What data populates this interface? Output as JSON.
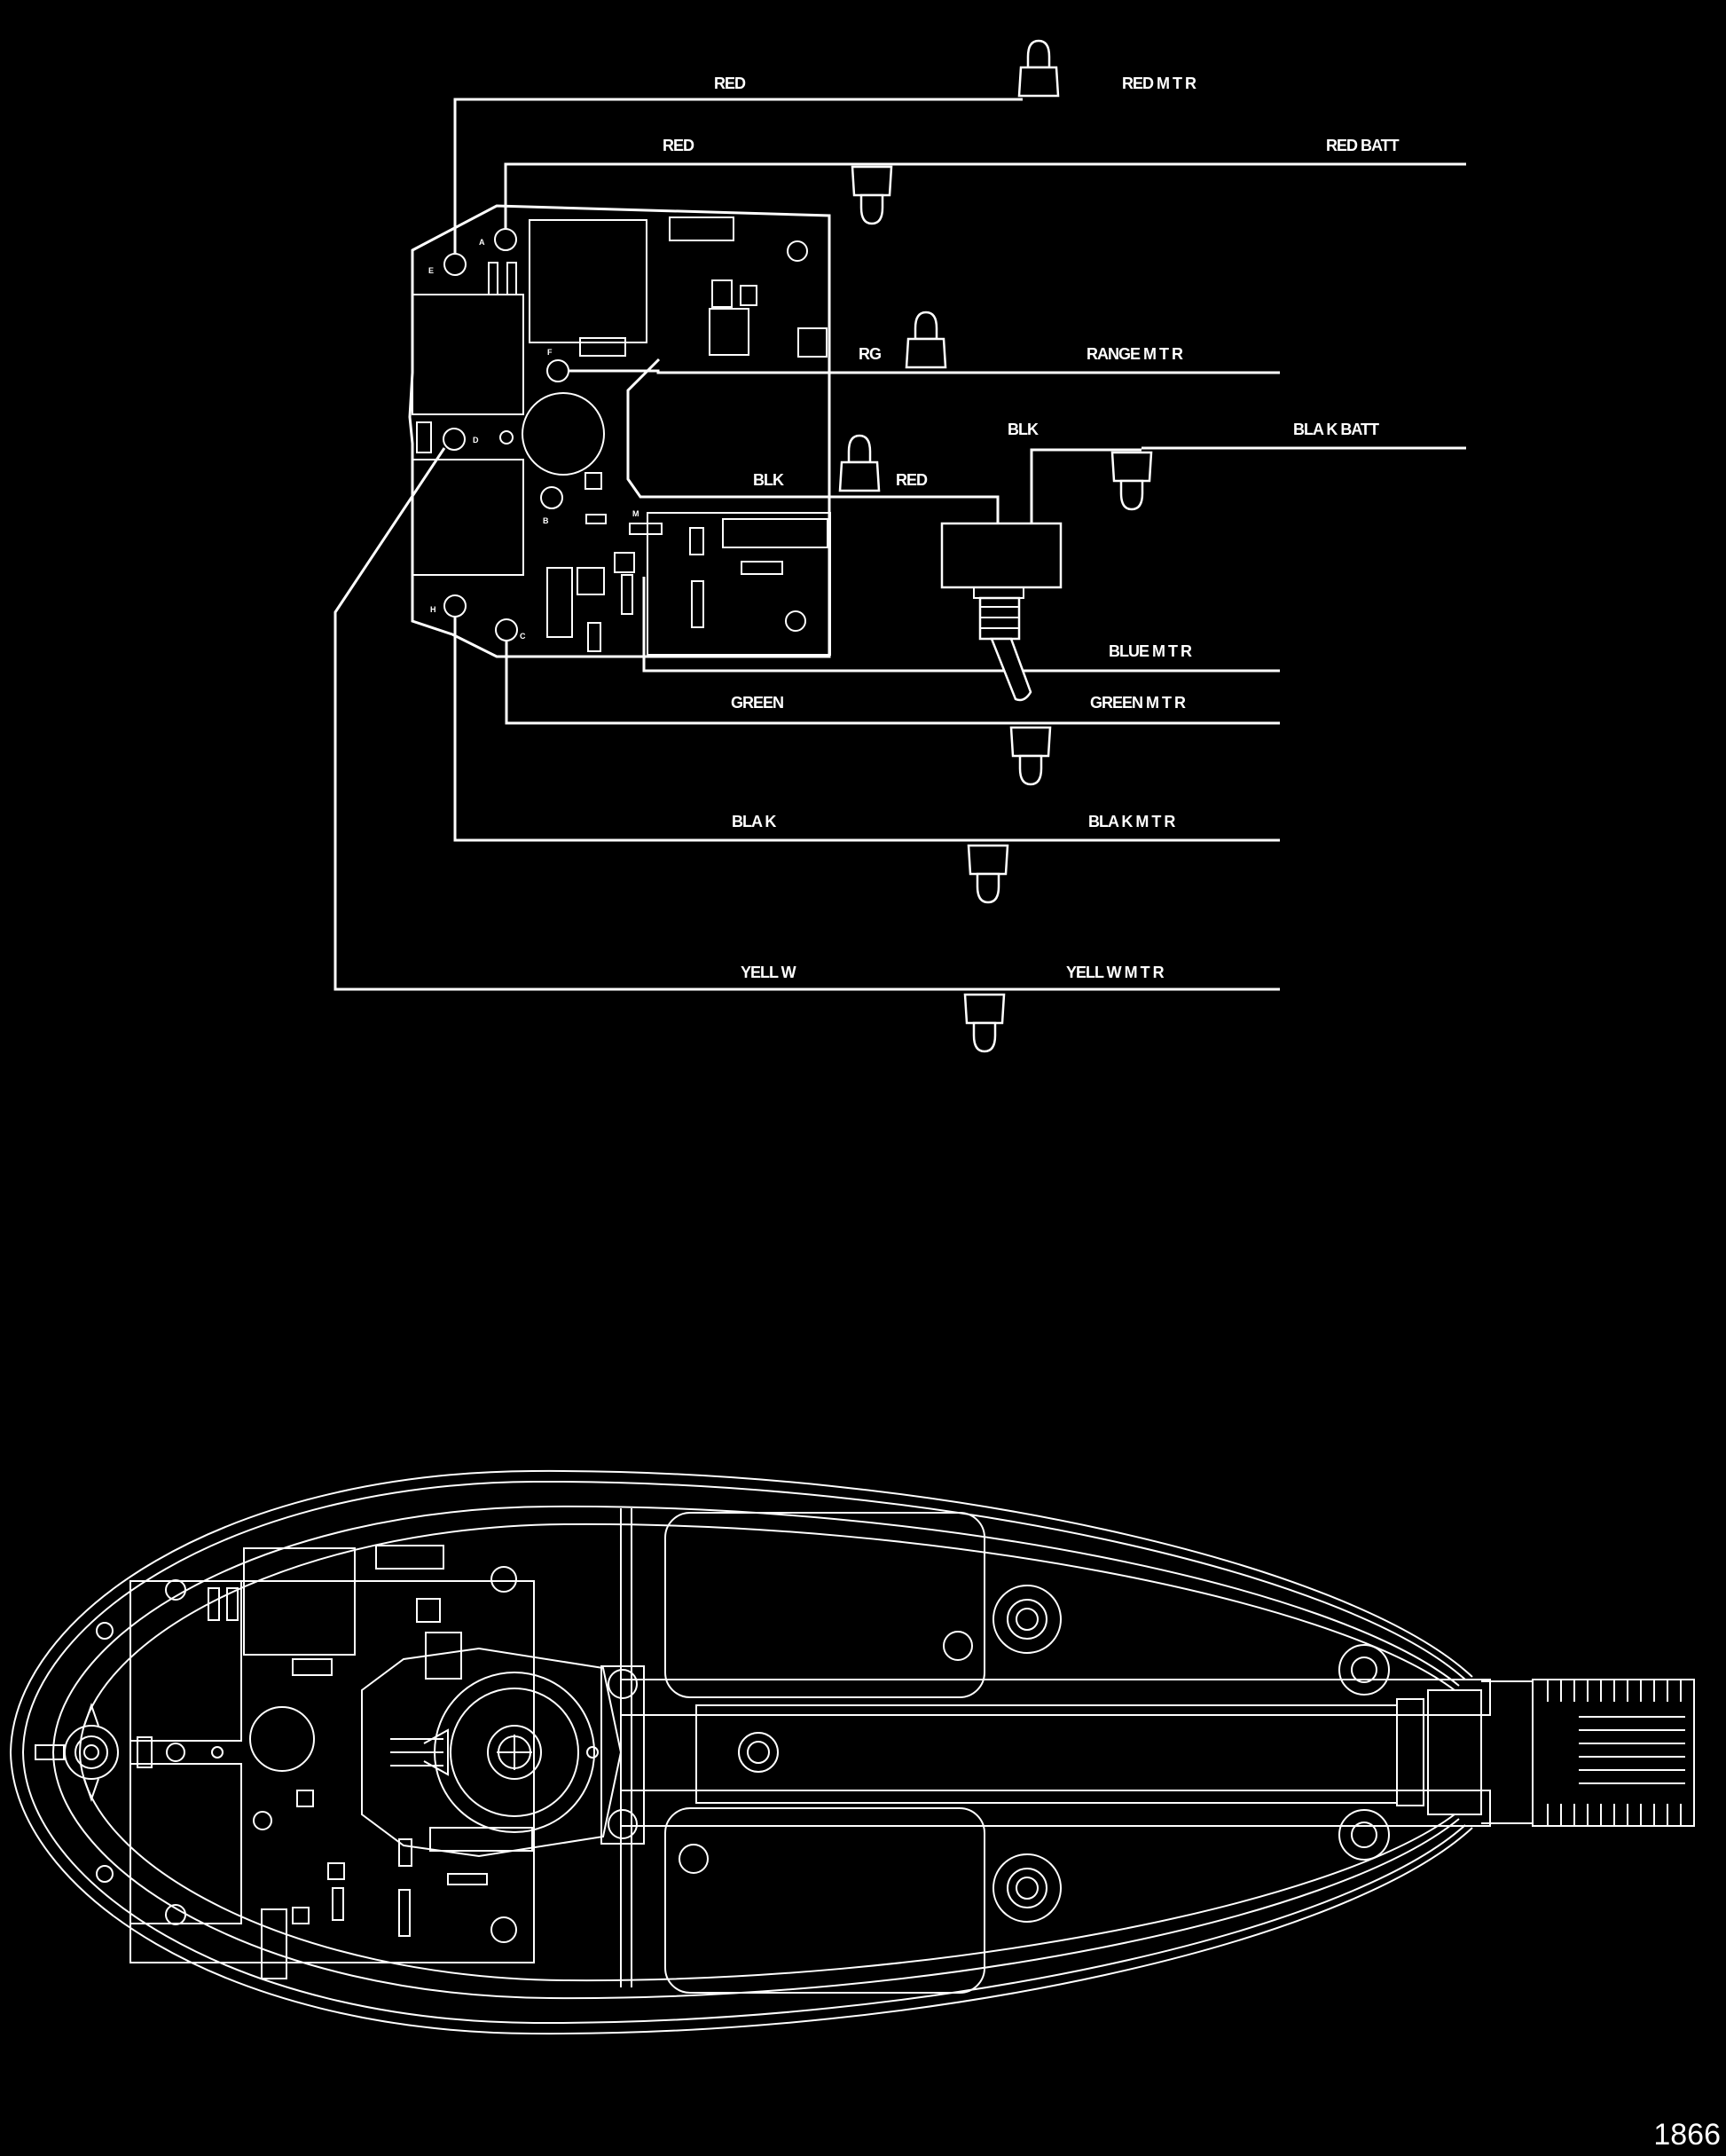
{
  "wire_labels": {
    "red_top": "RED",
    "red_mtr": "RED M T R",
    "red_2": "RED",
    "red_batt": "RED BATT",
    "rg": "RG",
    "range_mtr": "RANGE M T R",
    "blk_switch": "BLK",
    "black_batt": "BLA K BATT",
    "blk_left": "BLK",
    "red_switch": "RED",
    "blue_mtr": "BLUE M T R",
    "green": "GREEN",
    "green_mtr": "GREEN M T R",
    "black": "BLA K",
    "black_mtr": "BLA K M T R",
    "yellow": "YELL W",
    "yellow_mtr": "YELL W M T R"
  },
  "pin_labels": {
    "a": "A",
    "b": "B",
    "c": "C",
    "d": "D",
    "e": "E",
    "f": "F",
    "h": "H",
    "m": "M"
  },
  "figure_number": "1866"
}
